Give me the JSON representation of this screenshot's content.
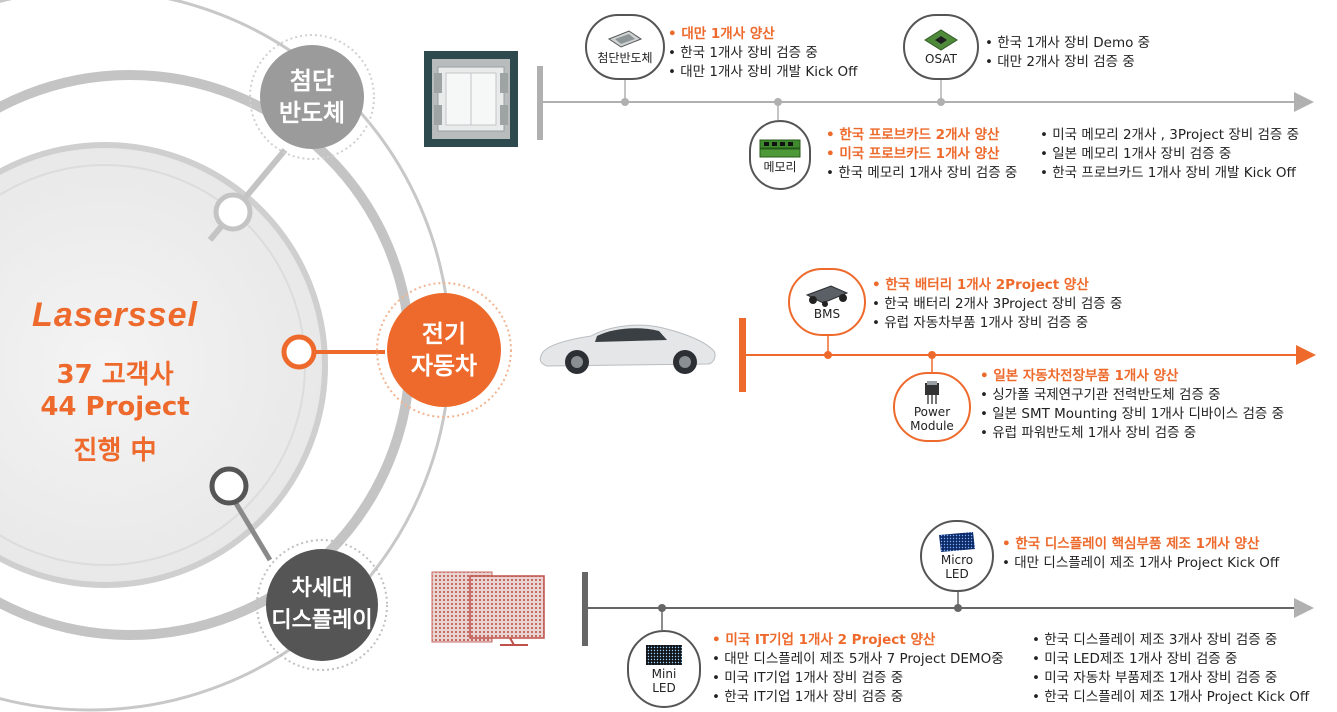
{
  "hub": {
    "brand": "Laserssel",
    "line1": "37 고객사",
    "line2": "44 Project",
    "line3": "진행 中"
  },
  "categories": {
    "semi": "첨단\n반도체",
    "ev": "전기\n자동차",
    "display": "차세대\n디스플레이"
  },
  "colors": {
    "accent": "#ee6a2c",
    "gray_circle": "#9b9b9b",
    "dark_circle": "#555555",
    "line": "#b5b5b5"
  },
  "semi": {
    "advanced": {
      "label": "첨단반도체",
      "notes": [
        {
          "text": "대만 1개사 양산",
          "highlight": true
        },
        {
          "text": "한국 1개사 장비 검증 중",
          "highlight": false
        },
        {
          "text": "대만 1개사 장비 개발 Kick Off",
          "highlight": false
        }
      ]
    },
    "osat": {
      "label": "OSAT",
      "notes": [
        {
          "text": "한국 1개사 장비 Demo 중",
          "highlight": false
        },
        {
          "text": "대만 2개사 장비 검증 중",
          "highlight": false
        }
      ]
    },
    "memory": {
      "label": "메모리",
      "notes_left": [
        {
          "text": "한국 프로브카드 2개사 양산",
          "highlight": true
        },
        {
          "text": "미국 프로브카드 1개사 양산",
          "highlight": true
        },
        {
          "text": "한국 메모리 1개사 장비 검증 중",
          "highlight": false
        }
      ],
      "notes_right": [
        {
          "text": "미국 메모리 2개사 , 3Project 장비 검증 중",
          "highlight": false
        },
        {
          "text": "일본 메모리 1개사  장비 검증 중",
          "highlight": false
        },
        {
          "text": "한국 프로브카드 1개사 장비 개발  Kick Off",
          "highlight": false
        }
      ]
    }
  },
  "ev": {
    "bms": {
      "label": "BMS",
      "notes": [
        {
          "text": "한국 배터리 1개사 2Project 양산",
          "highlight": true
        },
        {
          "text": "한국 배터리 2개사 3Project 장비 검증 중",
          "highlight": false
        },
        {
          "text": "유럽 자동차부품 1개사 장비 검증 중",
          "highlight": false
        }
      ]
    },
    "power": {
      "label": "Power\nModule",
      "notes": [
        {
          "text": "일본 자동차전장부품 1개사 양산",
          "highlight": true
        },
        {
          "text": "싱가폴 국제연구기관 전력반도체 검증 중",
          "highlight": false
        },
        {
          "text": "일본 SMT Mounting 장비 1개사 디바이스 검증 중",
          "highlight": false
        },
        {
          "text": "유럽 파워반도체 1개사 장비 검증 중",
          "highlight": false
        }
      ]
    }
  },
  "display": {
    "micro": {
      "label": "Micro\nLED",
      "notes": [
        {
          "text": "한국 디스플레이 핵심부품 제조 1개사 양산",
          "highlight": true
        },
        {
          "text": "대만 디스플레이 제조 1개사 Project Kick Off",
          "highlight": false
        }
      ]
    },
    "mini": {
      "label": "Mini\nLED",
      "notes_left": [
        {
          "text": "미국 IT기업 1개사 2 Project 양산",
          "highlight": true
        },
        {
          "text": "대만 디스플레이 제조 5개사 7 Project DEMO중",
          "highlight": false
        },
        {
          "text": "미국 IT기업 1개사 장비 검증 중",
          "highlight": false
        },
        {
          "text": "한국 IT기업 1개사 장비 검증 중",
          "highlight": false
        }
      ],
      "notes_right": [
        {
          "text": "한국 디스플레이 제조 3개사 장비 검증 중",
          "highlight": false
        },
        {
          "text": "미국 LED제조 1개사 장비 검증 중",
          "highlight": false
        },
        {
          "text": "미국 자동차 부품제조 1개사 장비 검증 중",
          "highlight": false
        },
        {
          "text": "한국 디스플레이 제조 1개사 Project Kick Off",
          "highlight": false
        }
      ]
    }
  }
}
